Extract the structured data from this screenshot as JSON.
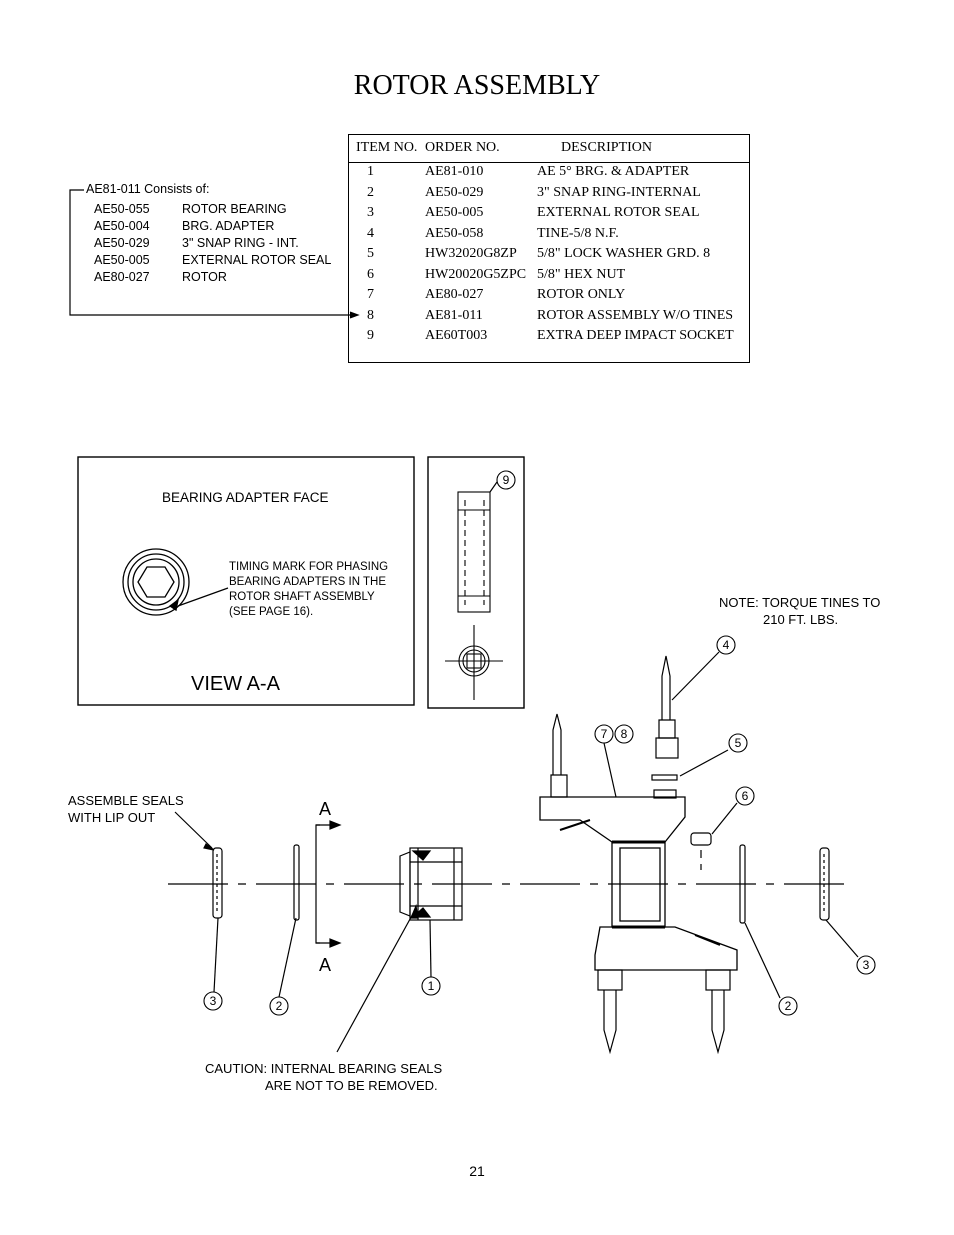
{
  "title": "ROTOR ASSEMBLY",
  "table": {
    "headers": [
      "ITEM NO.",
      "ORDER NO.",
      "DESCRIPTION"
    ],
    "rows": [
      {
        "item": "1",
        "order": "AE81-010",
        "desc": "AE 5° BRG. & ADAPTER"
      },
      {
        "item": "2",
        "order": "AE50-029",
        "desc": "3\" SNAP RING-INTERNAL"
      },
      {
        "item": "3",
        "order": "AE50-005",
        "desc": "EXTERNAL ROTOR SEAL"
      },
      {
        "item": "4",
        "order": "AE50-058",
        "desc": "TINE-5/8 N.F."
      },
      {
        "item": "5",
        "order": "HW32020G8ZP",
        "desc": "5/8\" LOCK WASHER GRD. 8"
      },
      {
        "item": "6",
        "order": "HW20020G5ZPC",
        "desc": "5/8\" HEX NUT"
      },
      {
        "item": "7",
        "order": "AE80-027",
        "desc": "ROTOR ONLY"
      },
      {
        "item": "8",
        "order": "AE81-011",
        "desc": "ROTOR ASSEMBLY W/O TINES"
      },
      {
        "item": "9",
        "order": "AE60T003",
        "desc": "EXTRA DEEP IMPACT SOCKET"
      }
    ]
  },
  "consists": {
    "heading": "AE81-011 Consists of:",
    "items": [
      {
        "code": "AE50-055",
        "name": "ROTOR BEARING"
      },
      {
        "code": "AE50-004",
        "name": "BRG. ADAPTER"
      },
      {
        "code": "AE50-029",
        "name": "3\" SNAP RING - INT."
      },
      {
        "code": "AE50-005",
        "name": "EXTERNAL ROTOR SEAL"
      },
      {
        "code": "AE80-027",
        "name": "ROTOR"
      }
    ]
  },
  "view_box": {
    "face_label": "BEARING ADAPTER FACE",
    "timing_note": [
      "TIMING MARK FOR PHASING",
      "BEARING ADAPTERS IN THE",
      "ROTOR SHAFT ASSEMBLY",
      "(SEE PAGE 16)."
    ],
    "view_label": "VIEW A-A"
  },
  "notes": {
    "torque": [
      "NOTE: TORQUE TINES TO",
      "210 FT. LBS."
    ],
    "assemble": [
      "ASSEMBLE SEALS",
      "WITH LIP OUT"
    ],
    "caution": [
      "CAUTION: INTERNAL BEARING SEALS",
      "ARE NOT TO BE REMOVED."
    ]
  },
  "section_marks": [
    "A",
    "A"
  ],
  "callouts": [
    "9",
    "4",
    "7",
    "8",
    "5",
    "6",
    "3",
    "2",
    "1",
    "2",
    "3"
  ],
  "page_number": "21"
}
